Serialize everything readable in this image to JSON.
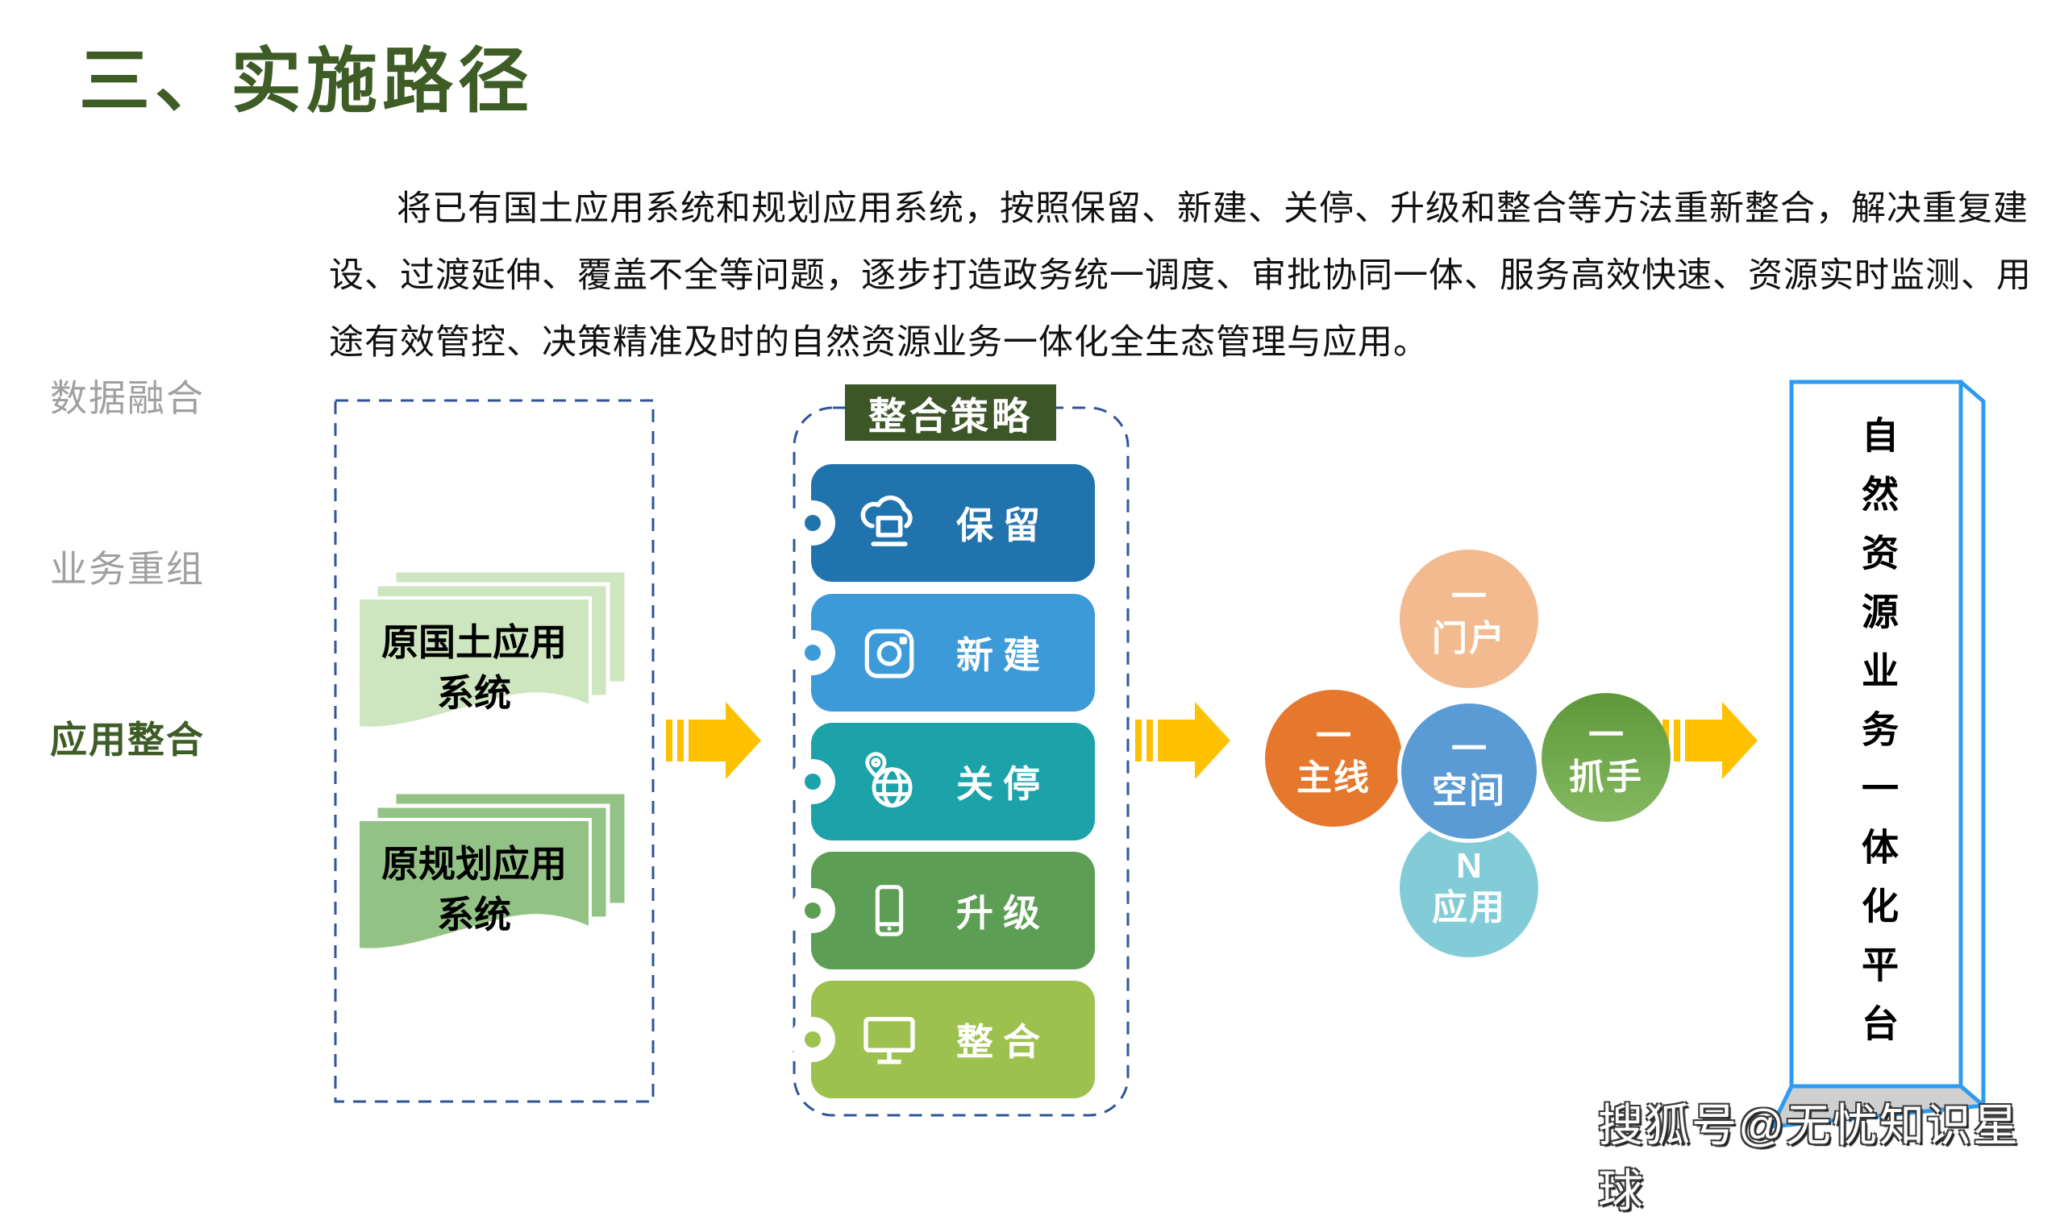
{
  "title": "三、实施路径",
  "intro": {
    "lines": [
      "将已有国土应用系统和规划应用系统，按照保留、新建、关停、升级和整合等方法重新整合，解决重复建",
      "设、过渡延伸、覆盖不全等问题，逐步打造政务统一调度、审批协同一体、服务高效快速、资源实时监测、用",
      "途有效管控、决策精准及时的自然资源业务一体化全生态管理与应用。"
    ]
  },
  "stages": {
    "items": [
      {
        "label": "数据融合",
        "active": false,
        "color": "#A0A0A0"
      },
      {
        "label": "业务重组",
        "active": false,
        "color": "#A0A0A0"
      },
      {
        "label": "应用整合",
        "active": true,
        "color": "#3E5C26"
      }
    ]
  },
  "source_systems": {
    "groups": [
      {
        "line1": "原国土应用",
        "line2": "系统",
        "color": "#CDE6BF"
      },
      {
        "line1": "原规划应用",
        "line2": "系统",
        "color": "#93C286"
      }
    ]
  },
  "strategy": {
    "header": "整合策略",
    "header_bg": "#3D5628",
    "items": [
      {
        "label": "保留",
        "icon": "cloud-laptop-icon",
        "color": "#2173AE"
      },
      {
        "label": "新建",
        "icon": "camera-icon",
        "color": "#3D9AD9"
      },
      {
        "label": "关停",
        "icon": "globe-pin-icon",
        "color": "#1CA2A9"
      },
      {
        "label": "升级",
        "icon": "smartphone-icon",
        "color": "#5C9E54"
      },
      {
        "label": "整合",
        "icon": "monitor-icon",
        "color": "#9DC14E"
      }
    ]
  },
  "circles": [
    {
      "line1": "一",
      "line2": "门户",
      "color": "#F4BA8F",
      "position": "top"
    },
    {
      "line1": "一",
      "line2": "主线",
      "color": "#E5782D",
      "position": "left"
    },
    {
      "line1": "一",
      "line2": "空间",
      "color": "#5B9BD5",
      "position": "center"
    },
    {
      "line1": "一",
      "line2": "抓手",
      "color": "#69A93F",
      "position": "right"
    },
    {
      "line1": "N",
      "line2": "应用",
      "color": "#82CCD8",
      "position": "bottom"
    }
  ],
  "platform_box": {
    "label": "自然资源业务一体化平台",
    "border_color": "#2E9BF0",
    "bottom_fill": "#CFCFCF"
  },
  "arrows": {
    "icon": "striped-right-arrow-icon",
    "color": "#FFC000",
    "count": 3
  },
  "frames": {
    "dash_color": "#2F5597"
  },
  "title_color": "#3E5C26",
  "watermark": "搜狐号@无忧知识星球"
}
